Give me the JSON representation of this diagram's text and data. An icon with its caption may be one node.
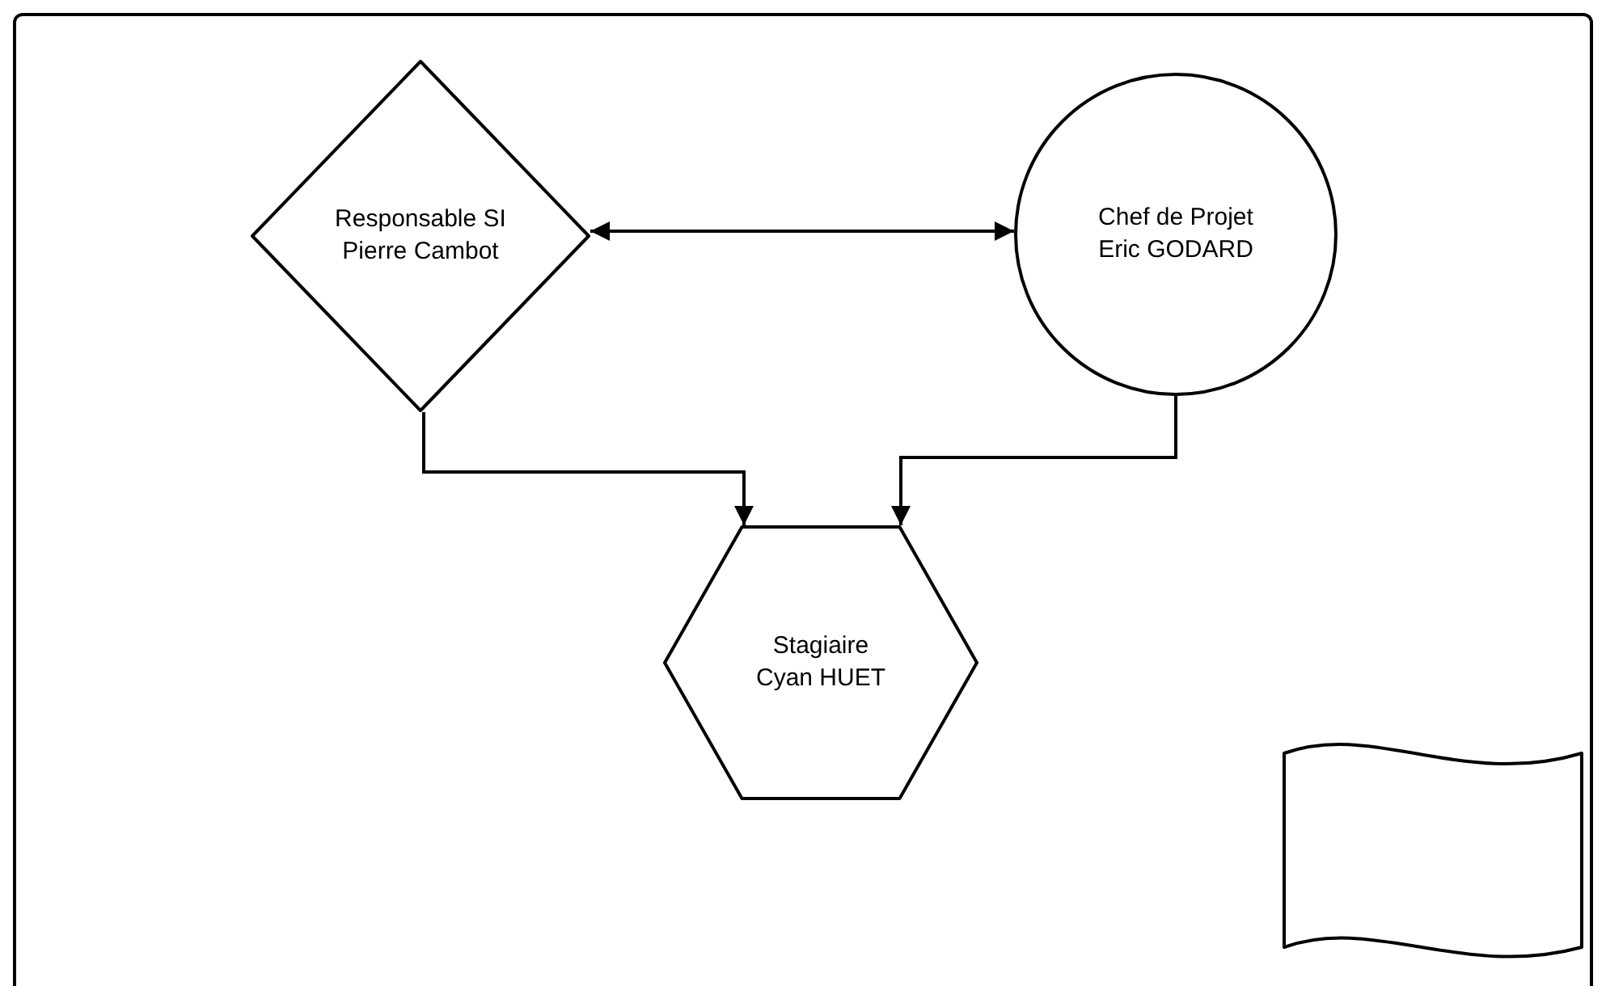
{
  "diagram": {
    "nodes": [
      {
        "text": [
          "Responsable SI Pierre Cambot"
        ]
      },
      {
        "text": [
          "Chef de Projet Eric GODARD"
        ]
      },
      {
        "text": [
          "Stagiaire Cyan HUET"
        ]
      },
      {
        "text": [],
        "shape": "flag"
      }
    ],
    "edges": [
      {
        "from": 0,
        "to": 1,
        "arrow": "both"
      },
      {
        "from": 0,
        "to": 2,
        "arrow": "to"
      },
      {
        "from": 1,
        "to": 2,
        "arrow": "to"
      }
    ]
  }
}
